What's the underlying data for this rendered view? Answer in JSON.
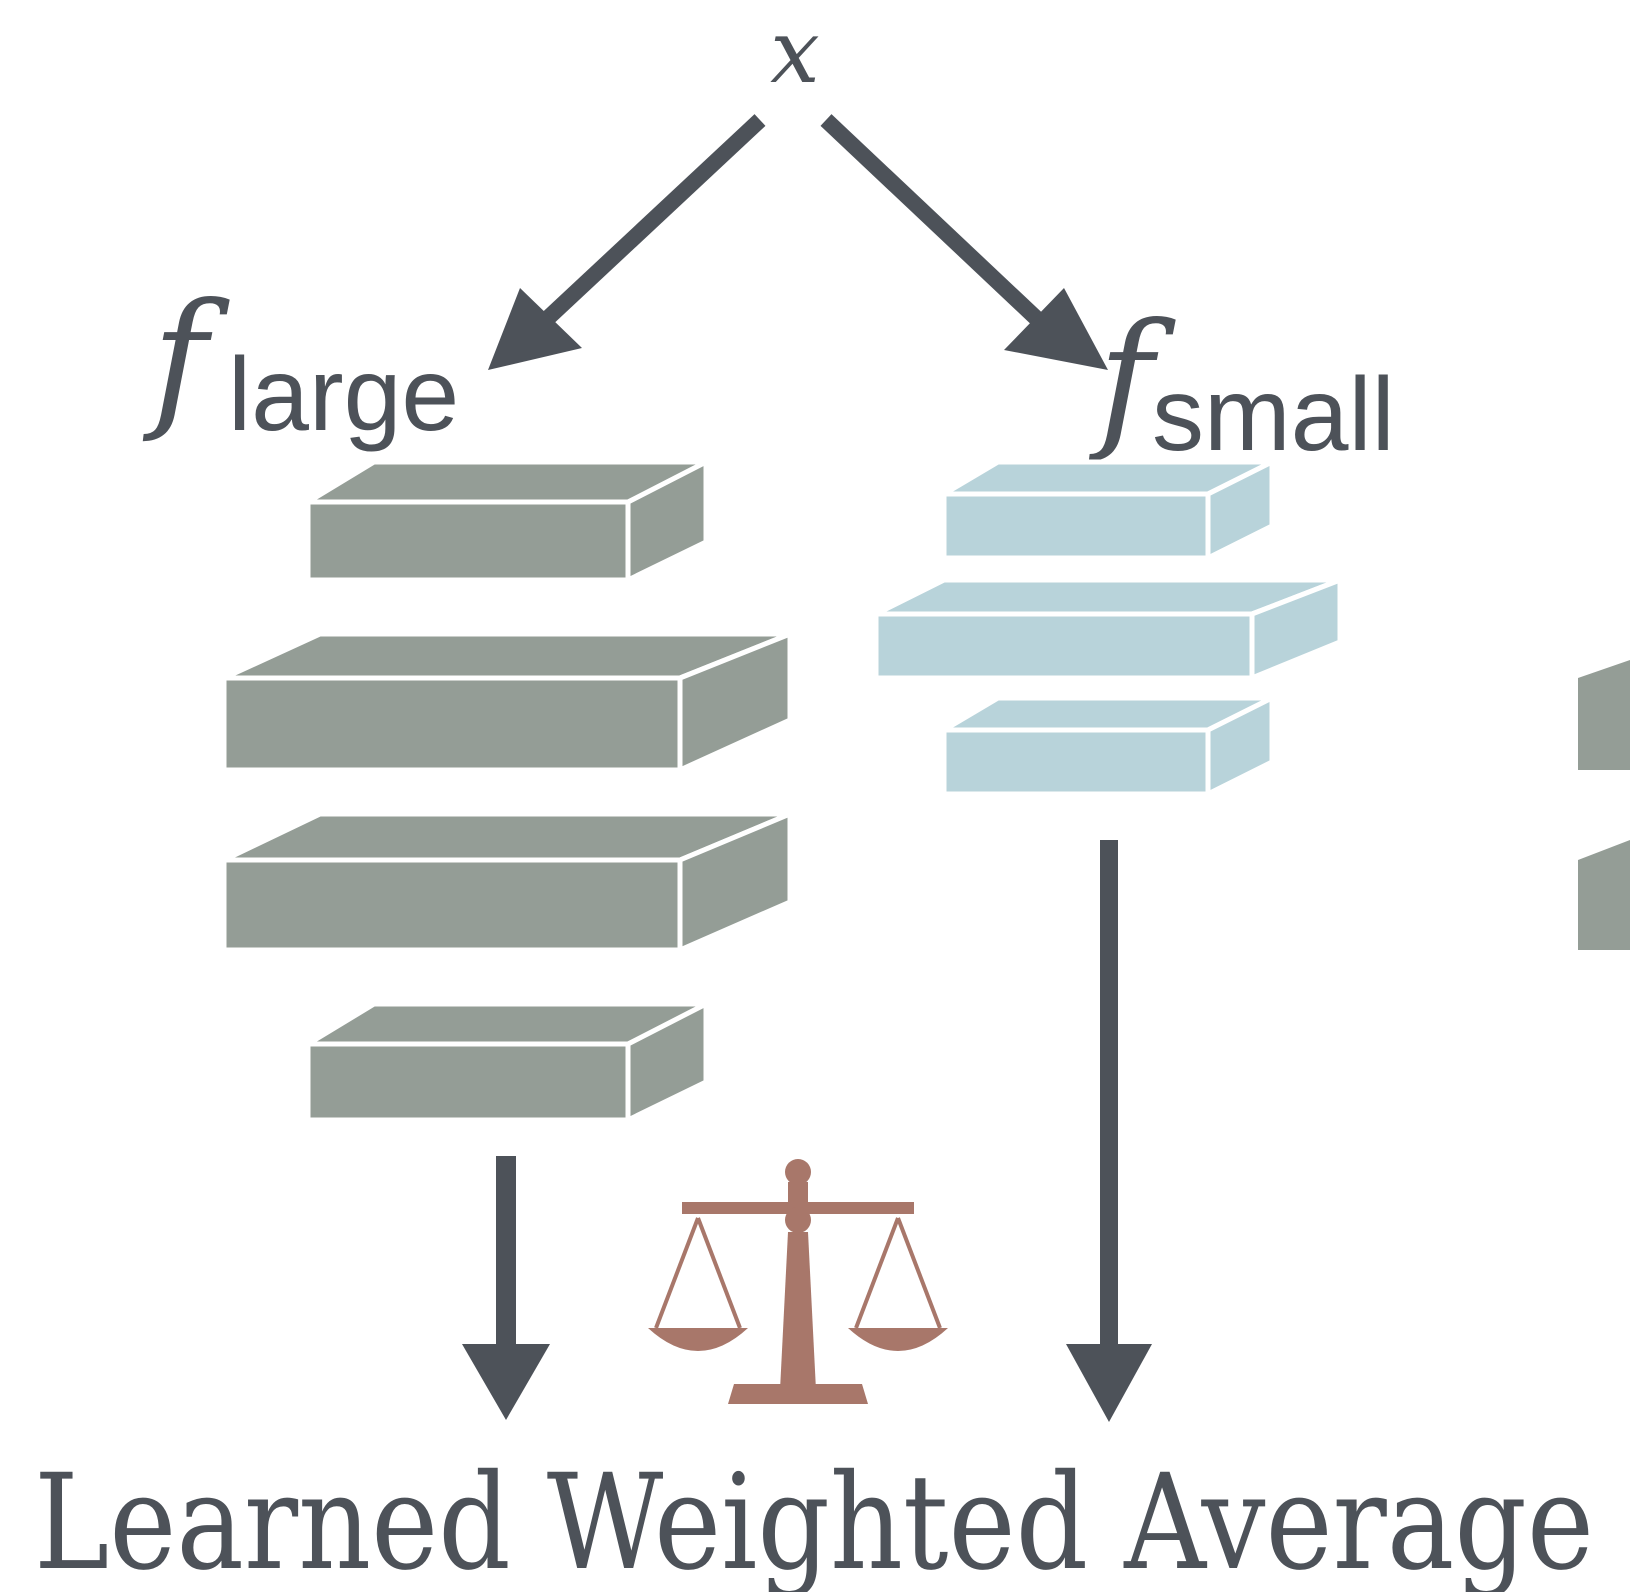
{
  "input": {
    "symbol": "x"
  },
  "branches": [
    {
      "id": "large",
      "function_symbol": "f",
      "subscript": "large",
      "color": "#949d96",
      "layer_count": 4
    },
    {
      "id": "small",
      "function_symbol": "f",
      "subscript": "small",
      "color": "#b8d3da",
      "layer_count": 3
    }
  ],
  "output": {
    "label": "Learned Weighted Average"
  },
  "colors": {
    "arrow": "#4d5259",
    "scale": "#a8776a",
    "text": "#4d5259"
  },
  "icons": {
    "balance": "balance-scale-icon"
  }
}
